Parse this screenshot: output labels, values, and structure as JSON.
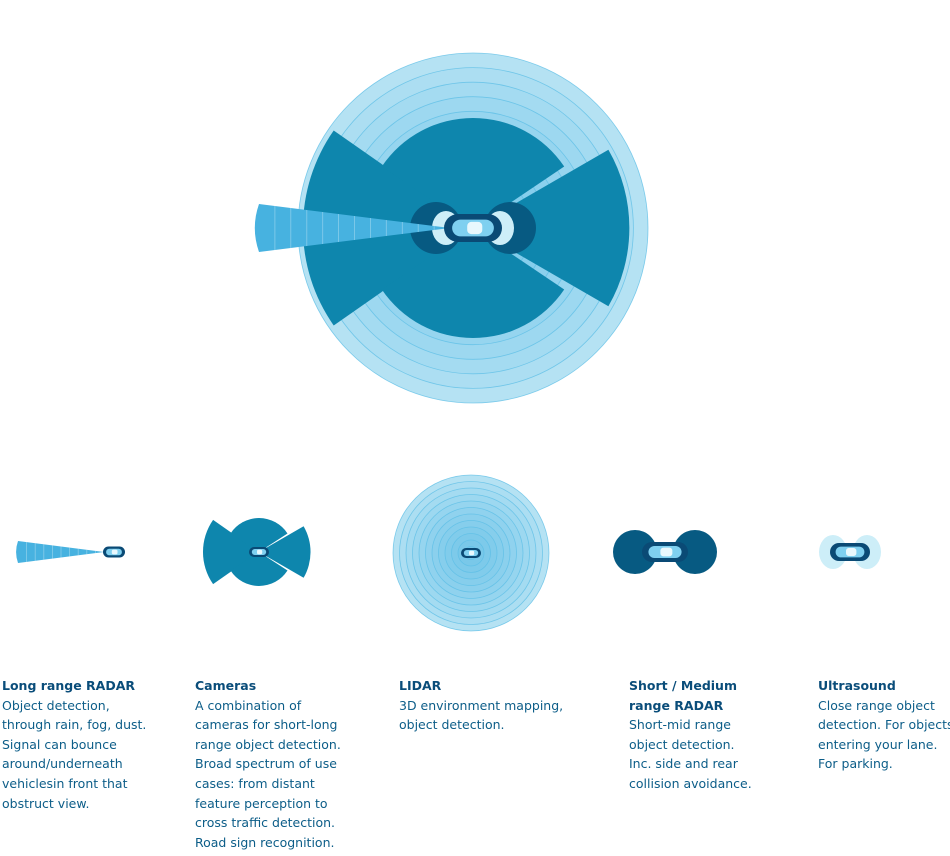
{
  "sensors": [
    {
      "title": "Long range RADAR",
      "description": "Object detection,\nthrough rain, fog, dust.\nSignal can bounce\naround/underneath\nvehiclesin front that\nobstruct view."
    },
    {
      "title": "Cameras",
      "description": "A combination of\ncameras for short-long\nrange object detection.\nBroad spectrum of use\ncases: from distant\nfeature perception to\ncross traffic detection.\nRoad sign recognition."
    },
    {
      "title": "LIDAR",
      "description": "3D environment mapping,\nobject detection."
    },
    {
      "title": "Short / Medium\nrange RADAR",
      "description": "Short-mid range\nobject detection.\nInc. side and rear\ncollision avoidance."
    },
    {
      "title": "Ultrasound",
      "description": "Close range object\ndetection. For objects\nentering your lane.\nFor parking."
    }
  ],
  "colors": {
    "lidar_fill": "#bfe6f5",
    "lidar_ring": "#5bbde6",
    "camera": "#0e86ad",
    "radar_short": "#075a82",
    "radar_long": "#47b2e0",
    "ultrasound": "#cdeef8",
    "car_body": "#0a4a75",
    "car_glass": "#7fd0f0",
    "divider": "#0c5d88"
  }
}
